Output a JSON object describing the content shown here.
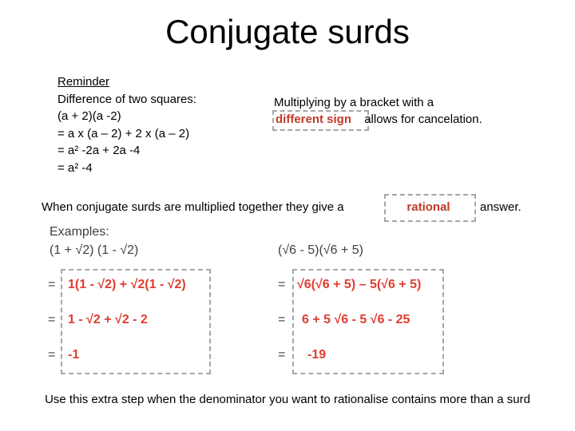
{
  "title": "Conjugate surds",
  "reminder": {
    "heading": "Reminder",
    "subheading": "Difference of two squares:",
    "lines": [
      "(a + 2)(a -2)",
      "= a x (a – 2) + 2 x (a – 2)",
      "= a² -2a + 2a -4",
      "= a² -4"
    ]
  },
  "multiplying": {
    "line1": "Multiplying by a bracket with a",
    "highlight": "different sign",
    "line2_rest": "allows for cancelation."
  },
  "conjugate_statement": {
    "before": "When conjugate surds are multiplied together they give a",
    "highlight": "rational",
    "after": "answer."
  },
  "examples": {
    "heading": "Examples:",
    "left": {
      "expression": "(1 + √2) (1 - √2)",
      "step1": "1(1 - √2) + √2(1 - √2)",
      "step2": "1 - √2 + √2 - 2",
      "result": "-1"
    },
    "right": {
      "expression": "(√6 - 5)(√6 + 5)",
      "step1": "√6(√6 + 5) – 5(√6 + 5)",
      "step2": "6 + 5 √6 - 5 √6 - 25",
      "result": "-19"
    },
    "equals": "="
  },
  "footer": "Use this extra step when the denominator you want to rationalise contains more than a surd",
  "colors": {
    "highlight_red": "#c0392b",
    "math_red": "#e03c31",
    "dash_grey": "#a6a6a6"
  }
}
